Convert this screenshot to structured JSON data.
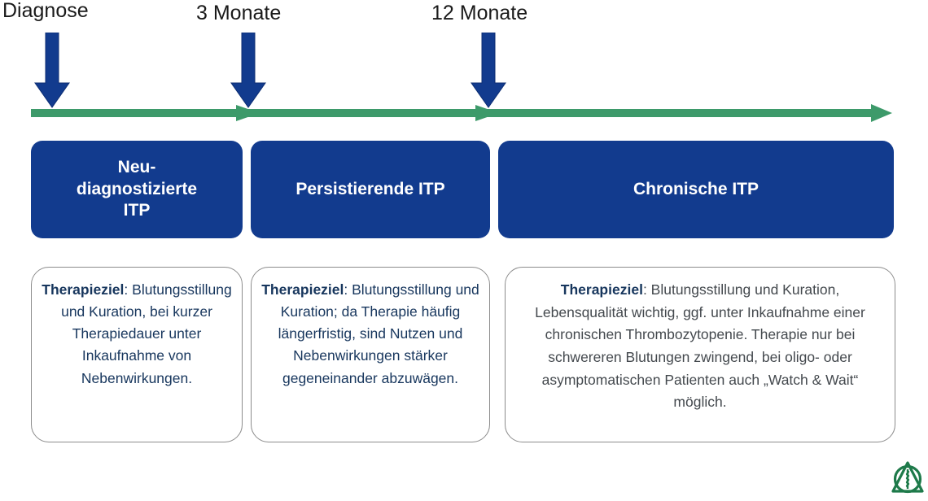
{
  "timeline": {
    "labels": [
      {
        "id": "diagnose",
        "text": "Diagnose"
      },
      {
        "id": "3-monate",
        "text": "3 Monate"
      },
      {
        "id": "12-monate",
        "text": "12 Monate"
      }
    ],
    "marker_color": "#123B8E",
    "axis_color": "#3D9A6A"
  },
  "stages": [
    {
      "id": "neu-diagnostizierte-itp",
      "line1": "Neu-",
      "line2": "diagnostizierte",
      "line3": "ITP"
    },
    {
      "id": "persistierende-itp",
      "line1": "Persistierende ITP",
      "line2": "",
      "line3": ""
    },
    {
      "id": "chronische-itp",
      "line1": "Chronische ITP",
      "line2": "",
      "line3": ""
    }
  ],
  "stage_box_color": "#123B8E",
  "goals": [
    {
      "id": "goal-neu-diagnostizierte",
      "heading": "Therapieziel",
      "separator": ":",
      "body": " Blutungsstillung und Kuration, bei kurzer Therapiedauer unter Inkaufnahme von Nebenwirkungen.",
      "text_color": "#17365D"
    },
    {
      "id": "goal-persistierende",
      "heading": "Therapieziel",
      "separator": ":",
      "body": " Blutungsstillung und Kuration; da Therapie häufig längerfristig, sind Nutzen und Nebenwirkungen stärker gegeneinander abzuwägen.",
      "text_color": "#17365D"
    },
    {
      "id": "goal-chronische",
      "heading": "Therapieziel",
      "separator": ":",
      "body": " Blutungsstillung und Kuration, Lebensqualität wichtig, ggf. unter Inkaufnahme einer chronischen Thrombozytopenie. Therapie nur bei schwereren Blutungen zwingend, bei oligo- oder asymptomatischen Patienten auch „Watch & Wait“ möglich.",
      "text_color": "#44494e"
    }
  ],
  "logo": {
    "name": "aesculapius-triangle-logo",
    "color": "#1E7A4A"
  }
}
